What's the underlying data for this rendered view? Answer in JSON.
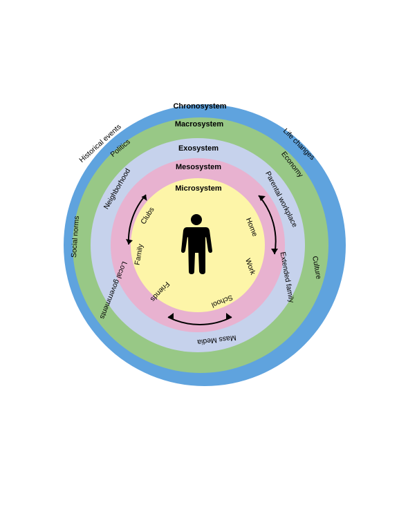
{
  "colors": {
    "chronosystem": "#5fa3de",
    "macrosystem": "#98c886",
    "exosystem": "#c6d2ec",
    "mesosystem": "#e8b2d0",
    "microsystem": "#fdf5a8",
    "ink": "#000000"
  },
  "rings": {
    "chronosystem": {
      "title": "Chronosystem",
      "items": [
        "Historical events",
        "Life changes"
      ]
    },
    "macrosystem": {
      "title": "Macrosystem",
      "items": [
        "Politics",
        "Economy",
        "Social norms",
        "Culture"
      ]
    },
    "exosystem": {
      "title": "Exosystem",
      "items": [
        "Neighborhood",
        "Parental workplace",
        "Extended family",
        "Mass Media",
        "Local governments"
      ]
    },
    "mesosystem": {
      "title": "Mesosystem"
    },
    "microsystem": {
      "title": "Microsystem",
      "items": [
        "Clubs",
        "Home",
        "Family",
        "Work",
        "Friends",
        "School"
      ]
    }
  },
  "icons": {
    "center": "person-icon",
    "arrows": "double-headed-curved-arrow-icon"
  }
}
